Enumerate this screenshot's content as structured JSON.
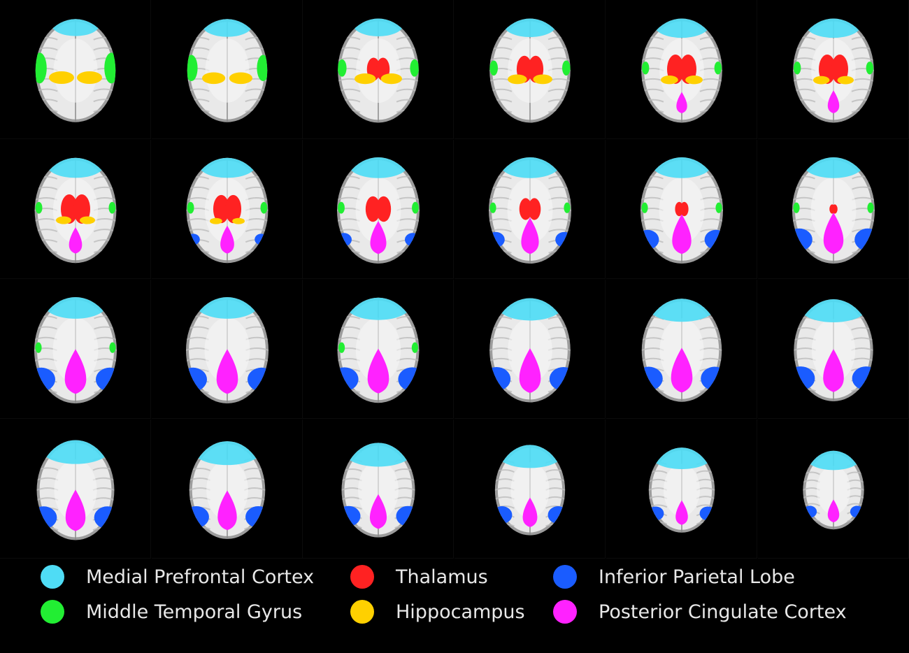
{
  "figure": {
    "rows": 4,
    "cols": 6,
    "background": "#000000",
    "slices": [
      {
        "stage": 0,
        "size": 0.97,
        "regions": {
          "mpfc": 0.55,
          "mtg": 1.0,
          "hip": 1.0,
          "thal": 0.0,
          "ipl": 0.0,
          "pcc": 0.0
        }
      },
      {
        "stage": 1,
        "size": 0.97,
        "regions": {
          "mpfc": 0.6,
          "mtg": 0.8,
          "hip": 0.9,
          "thal": 0.0,
          "ipl": 0.0,
          "pcc": 0.0
        }
      },
      {
        "stage": 2,
        "size": 0.98,
        "regions": {
          "mpfc": 0.6,
          "mtg": 0.4,
          "hip": 0.8,
          "thal": 0.75,
          "ipl": 0.0,
          "pcc": 0.0
        }
      },
      {
        "stage": 3,
        "size": 0.98,
        "regions": {
          "mpfc": 0.65,
          "mtg": 0.3,
          "hip": 0.7,
          "thal": 0.9,
          "ipl": 0.0,
          "pcc": 0.0
        }
      },
      {
        "stage": 4,
        "size": 0.98,
        "regions": {
          "mpfc": 0.7,
          "mtg": 0.2,
          "hip": 0.6,
          "thal": 1.0,
          "ipl": 0.0,
          "pcc": 0.3
        }
      },
      {
        "stage": 5,
        "size": 0.98,
        "regions": {
          "mpfc": 0.7,
          "mtg": 0.2,
          "hip": 0.55,
          "thal": 1.0,
          "ipl": 0.0,
          "pcc": 0.35
        }
      },
      {
        "stage": 6,
        "size": 0.99,
        "regions": {
          "mpfc": 0.75,
          "mtg": 0.15,
          "hip": 0.5,
          "thal": 1.0,
          "ipl": 0.0,
          "pcc": 0.45
        }
      },
      {
        "stage": 7,
        "size": 0.99,
        "regions": {
          "mpfc": 0.75,
          "mtg": 0.15,
          "hip": 0.35,
          "thal": 0.95,
          "ipl": 0.1,
          "pcc": 0.5
        }
      },
      {
        "stage": 8,
        "size": 1.0,
        "regions": {
          "mpfc": 0.8,
          "mtg": 0.15,
          "hip": 0.0,
          "thal": 0.85,
          "ipl": 0.25,
          "pcc": 0.65
        }
      },
      {
        "stage": 9,
        "size": 1.0,
        "regions": {
          "mpfc": 0.8,
          "mtg": 0.1,
          "hip": 0.0,
          "thal": 0.7,
          "ipl": 0.4,
          "pcc": 0.75
        }
      },
      {
        "stage": 10,
        "size": 1.0,
        "regions": {
          "mpfc": 0.8,
          "mtg": 0.1,
          "hip": 0.0,
          "thal": 0.4,
          "ipl": 0.7,
          "pcc": 0.85
        }
      },
      {
        "stage": 11,
        "size": 1.0,
        "regions": {
          "mpfc": 0.8,
          "mtg": 0.1,
          "hip": 0.0,
          "thal": 0.2,
          "ipl": 0.9,
          "pcc": 0.9
        }
      },
      {
        "stage": 12,
        "size": 1.0,
        "regions": {
          "mpfc": 0.85,
          "mtg": 0.1,
          "hip": 0.0,
          "thal": 0.0,
          "ipl": 1.0,
          "pcc": 1.0
        }
      },
      {
        "stage": 13,
        "size": 1.0,
        "regions": {
          "mpfc": 0.85,
          "mtg": 0.0,
          "hip": 0.0,
          "thal": 0.0,
          "ipl": 1.0,
          "pcc": 1.0
        }
      },
      {
        "stage": 14,
        "size": 0.99,
        "regions": {
          "mpfc": 0.9,
          "mtg": 0.1,
          "hip": 0.0,
          "thal": 0.0,
          "ipl": 1.0,
          "pcc": 1.0
        }
      },
      {
        "stage": 15,
        "size": 0.98,
        "regions": {
          "mpfc": 0.9,
          "mtg": 0.0,
          "hip": 0.0,
          "thal": 0.0,
          "ipl": 1.0,
          "pcc": 1.0
        }
      },
      {
        "stage": 16,
        "size": 0.97,
        "regions": {
          "mpfc": 0.95,
          "mtg": 0.0,
          "hip": 0.0,
          "thal": 0.0,
          "ipl": 1.0,
          "pcc": 1.0
        }
      },
      {
        "stage": 17,
        "size": 0.96,
        "regions": {
          "mpfc": 0.95,
          "mtg": 0.0,
          "hip": 0.0,
          "thal": 0.0,
          "ipl": 1.0,
          "pcc": 0.95
        }
      },
      {
        "stage": 18,
        "size": 0.94,
        "regions": {
          "mpfc": 1.0,
          "mtg": 0.0,
          "hip": 0.0,
          "thal": 0.0,
          "ipl": 0.9,
          "pcc": 0.9
        }
      },
      {
        "stage": 19,
        "size": 0.92,
        "regions": {
          "mpfc": 1.0,
          "mtg": 0.0,
          "hip": 0.0,
          "thal": 0.0,
          "ipl": 0.85,
          "pcc": 0.85
        }
      },
      {
        "stage": 20,
        "size": 0.89,
        "regions": {
          "mpfc": 1.0,
          "mtg": 0.0,
          "hip": 0.0,
          "thal": 0.0,
          "ipl": 0.75,
          "pcc": 0.7
        }
      },
      {
        "stage": 21,
        "size": 0.85,
        "regions": {
          "mpfc": 0.95,
          "mtg": 0.0,
          "hip": 0.0,
          "thal": 0.0,
          "ipl": 0.55,
          "pcc": 0.55
        }
      },
      {
        "stage": 22,
        "size": 0.8,
        "regions": {
          "mpfc": 0.85,
          "mtg": 0.0,
          "hip": 0.0,
          "thal": 0.0,
          "ipl": 0.3,
          "pcc": 0.4
        }
      },
      {
        "stage": 23,
        "size": 0.74,
        "regions": {
          "mpfc": 0.7,
          "mtg": 0.0,
          "hip": 0.0,
          "thal": 0.0,
          "ipl": 0.15,
          "pcc": 0.35
        }
      }
    ]
  },
  "legend": {
    "items": [
      {
        "key": "mpfc",
        "label": "Medial Prefrontal Cortex",
        "color": "#4fdcf5"
      },
      {
        "key": "thal",
        "label": "Thalamus",
        "color": "#ff2222"
      },
      {
        "key": "ipl",
        "label": "Inferior Parietal Lobe",
        "color": "#1a5cff"
      },
      {
        "key": "mtg",
        "label": "Middle Temporal Gyrus",
        "color": "#22ee33"
      },
      {
        "key": "hip",
        "label": "Hippocampus",
        "color": "#ffd000"
      },
      {
        "key": "pcc",
        "label": "Posterior Cingulate Cortex",
        "color": "#ff22ff"
      }
    ]
  }
}
